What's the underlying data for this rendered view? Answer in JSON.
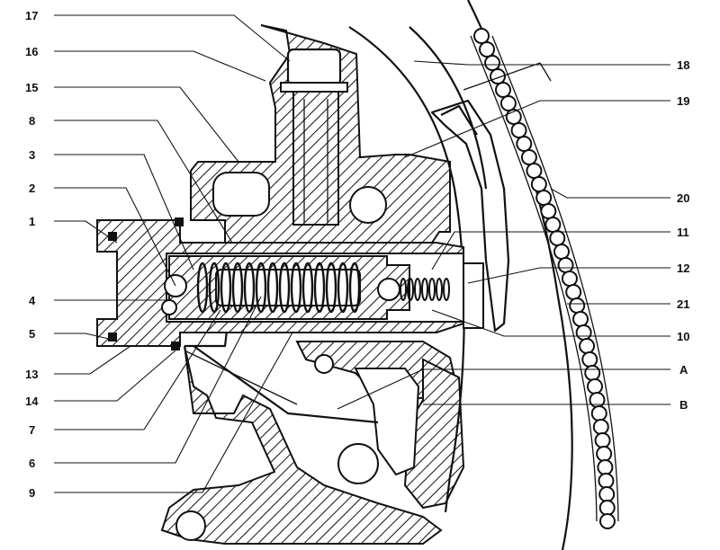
{
  "labels": {
    "l1": "1",
    "l2": "2",
    "l3": "3",
    "l4": "4",
    "l5": "5",
    "l6": "6",
    "l7": "7",
    "l8": "8",
    "l9": "9",
    "l10": "10",
    "l11": "11",
    "l12": "12",
    "l13": "13",
    "l14": "14",
    "l15": "15",
    "l16": "16",
    "l17": "17",
    "l18": "18",
    "l19": "19",
    "l20": "20",
    "l21": "21",
    "lA": "A",
    "lB": "B"
  }
}
